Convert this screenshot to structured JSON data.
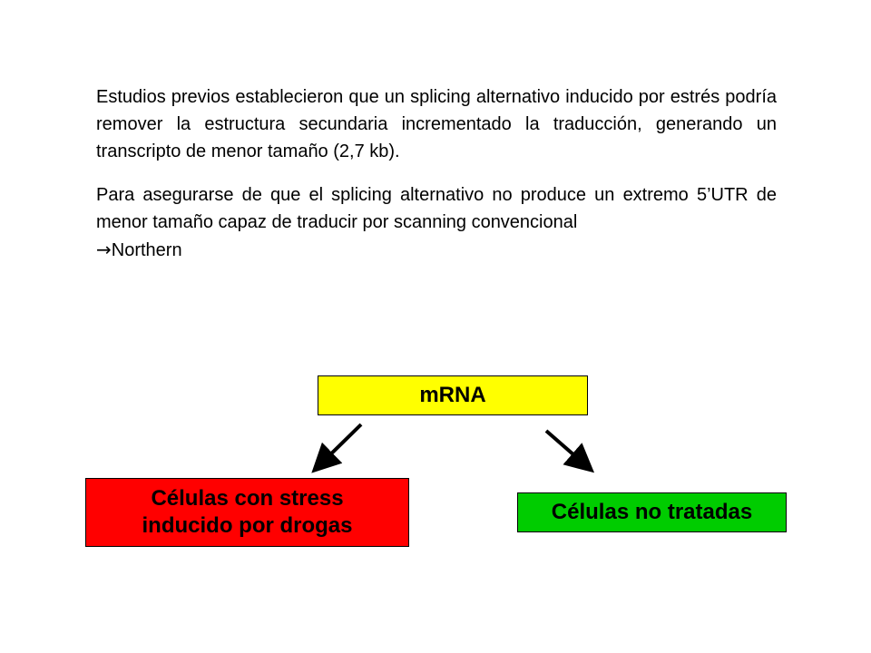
{
  "paragraphs": {
    "first": "Estudios previos establecieron que un splicing alternativo inducido por estrés podría remover la estructura secundaria incrementado la traducción, generando un transcripto de menor tamaño (2,7 kb).",
    "second": "Para asegurarse de que el splicing alternativo no produce un extremo 5’UTR de menor tamaño capaz de traducir por scanning convencional",
    "arrow_symbol": "→",
    "second_tail": "Northern"
  },
  "diagram": {
    "root_label": "mRNA",
    "left_label_line1": "Células con stress",
    "left_label_line2": "inducido por drogas",
    "right_label": "Células no tratadas",
    "colors": {
      "root_fill": "#ffff00",
      "left_fill": "#ff0000",
      "right_fill": "#00cc00",
      "arrow": "#000000"
    }
  }
}
